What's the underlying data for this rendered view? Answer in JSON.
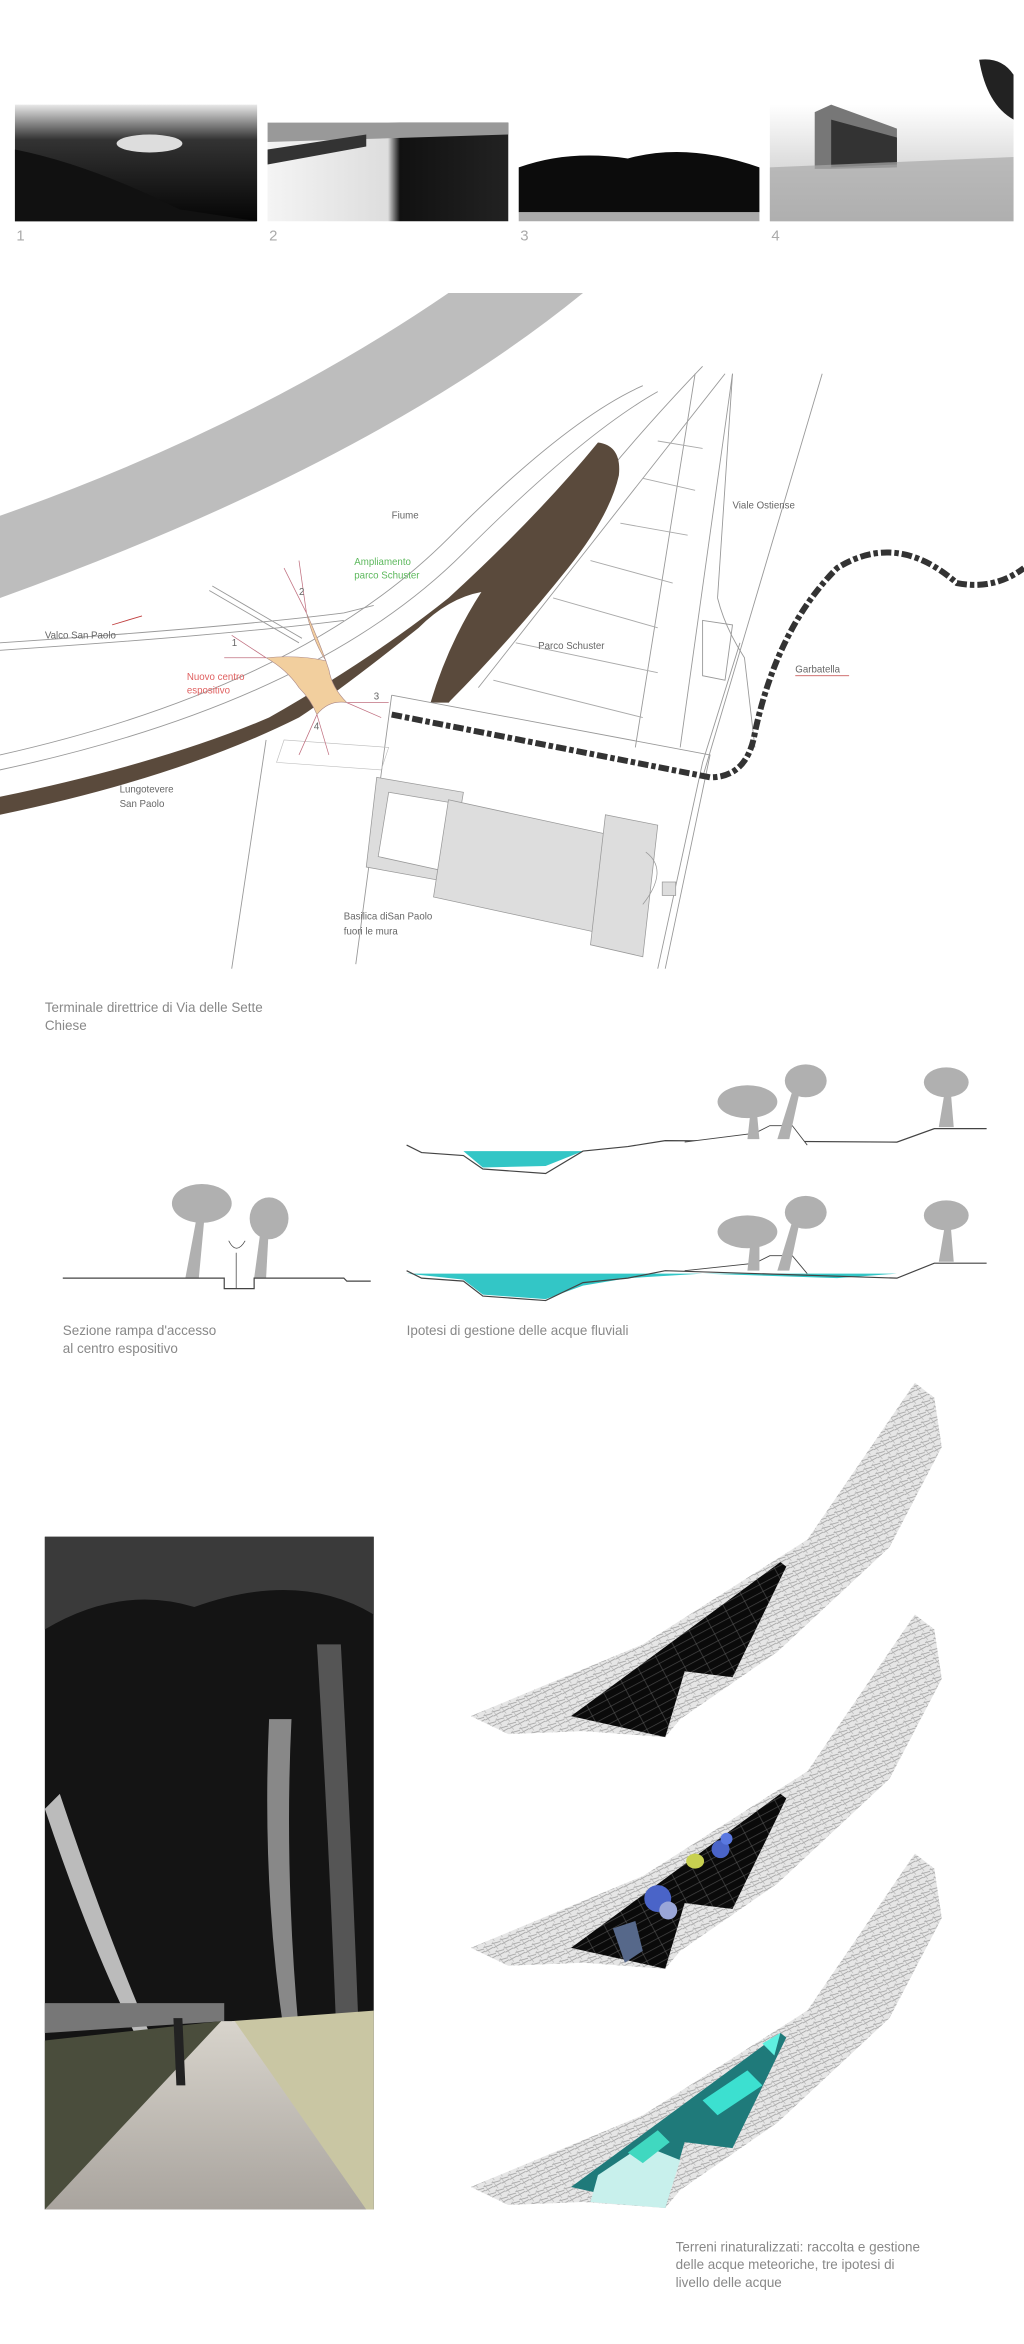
{
  "photos": {
    "labels": [
      "1",
      "2",
      "3",
      "4"
    ]
  },
  "map": {
    "labels": {
      "river": "Fiume",
      "park_extension_1": "Ampliamento",
      "park_extension_2": "parco Schuster",
      "valco": "Valco San Paolo",
      "new_center_1": "Nuovo centro",
      "new_center_2": "espositivo",
      "lungotevere_1": "Lungotevere",
      "lungotevere_2": "San Paolo",
      "parco_schuster": "Parco Schuster",
      "viale_ostiense": "Viale Ostiense",
      "garbatella": "Garbatella",
      "basilica_1": "Basilica diSan Paolo",
      "basilica_2": "fuori le mura",
      "viewpoints": [
        "1",
        "2",
        "3",
        "4"
      ]
    },
    "caption_1": "Terminale direttrice di Via delle Sette",
    "caption_2": "Chiese"
  },
  "sections": {
    "ramp_caption_1": "Sezione rampa d'accesso",
    "ramp_caption_2": "al centro espositivo",
    "water_caption": "Ipotesi di gestione delle acque fluviali"
  },
  "terrain": {
    "caption_1": "Terreni rinaturalizzati: raccolta e gestione",
    "caption_2": "delle acque meteoriche, tre ipotesi di",
    "caption_3": "livello delle acque"
  },
  "colors": {
    "river": "#bdbdbd",
    "embankment": "#5a4a3c",
    "new_center": "#f2cf9e",
    "green_label": "#5cb85c",
    "red_label": "#e06060",
    "water": "#33c6c6",
    "tree": "#b0b0b0"
  }
}
